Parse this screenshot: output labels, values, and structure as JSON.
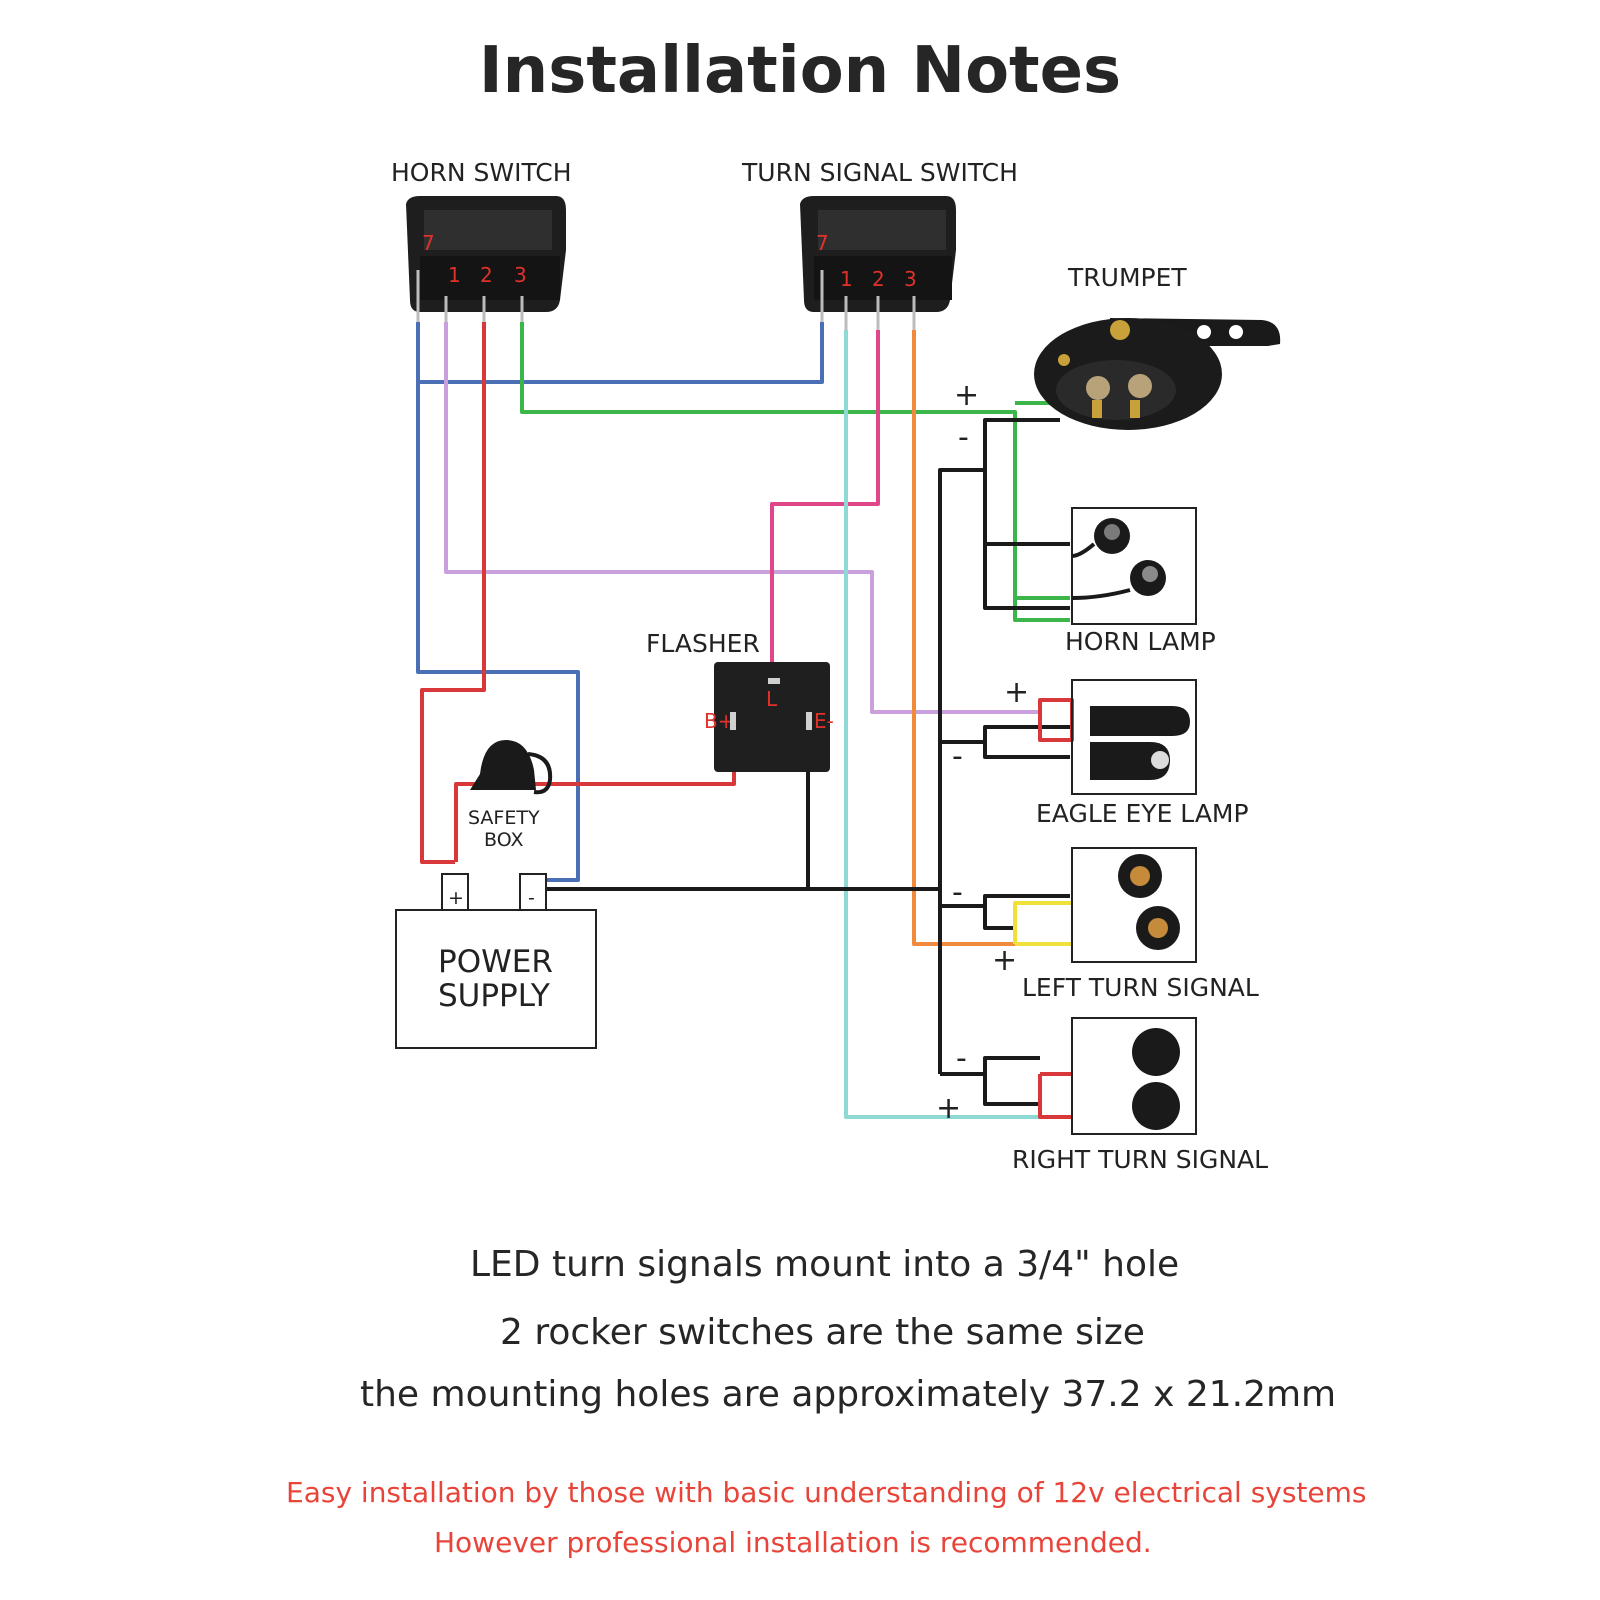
{
  "title": "Installation Notes",
  "labels": {
    "horn_switch": "HORN SWITCH",
    "turn_signal_switch": "TURN SIGNAL SWITCH",
    "trumpet": "TRUMPET",
    "flasher": "FLASHER",
    "safety_box_line1": "SAFETY",
    "safety_box_line2": "BOX",
    "power_supply_line1": "POWER",
    "power_supply_line2": "SUPPLY",
    "horn_lamp": "HORN LAMP",
    "eagle_eye_lamp": "EAGLE EYE LAMP",
    "left_turn_signal": "LEFT TURN SIGNAL",
    "right_turn_signal": "RIGHT TURN SIGNAL"
  },
  "pins": {
    "p7": "7",
    "p1": "1",
    "p2": "2",
    "p3": "3",
    "flasher_l": "L",
    "flasher_b": "B+",
    "flasher_e": "E-"
  },
  "signs": {
    "plus": "+",
    "minus": "-"
  },
  "notes": [
    "LED turn signals mount into a 3/4\" hole",
    "2 rocker switches are the same size",
    "the mounting holes are approximately 37.2 x 21.2mm"
  ],
  "warnings": [
    "Easy installation by those with basic understanding of 12v electrical systems",
    "However professional installation is recommended."
  ],
  "colors": {
    "blue": "#4a6fb5",
    "green": "#3cb54a",
    "red": "#d8383a",
    "purple": "#c9a0dc",
    "pink": "#e0468a",
    "orange": "#f08a3c",
    "cyan": "#8fd9d4",
    "yellow": "#f2e03a",
    "black": "#1a1a1a",
    "warning_text": "#e8443a"
  }
}
